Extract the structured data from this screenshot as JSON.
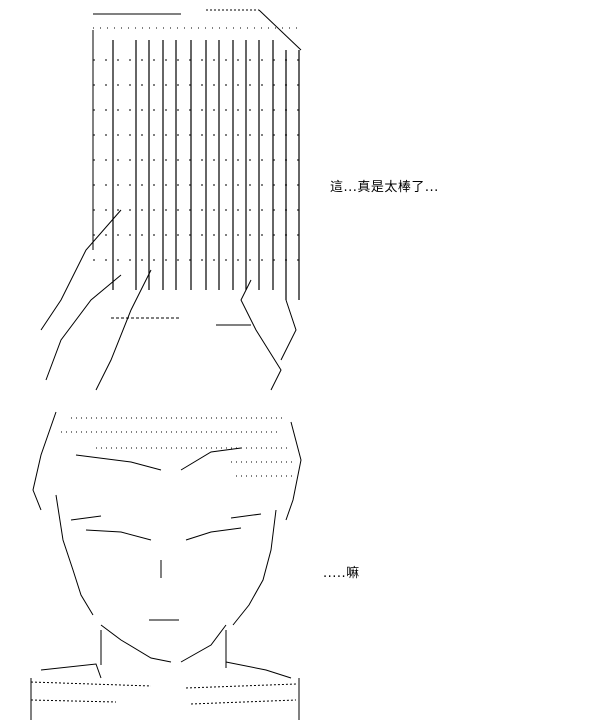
{
  "panels": [
    {
      "id": "panel-1",
      "caption": "這...真是太棒了...",
      "art_subject": "figure standing behind a tall stacked block"
    },
    {
      "id": "panel-2",
      "caption": ".....嘛",
      "art_subject": "close-up face with spiky hair"
    }
  ],
  "colors": {
    "ink": "#000000",
    "background": "#ffffff"
  }
}
